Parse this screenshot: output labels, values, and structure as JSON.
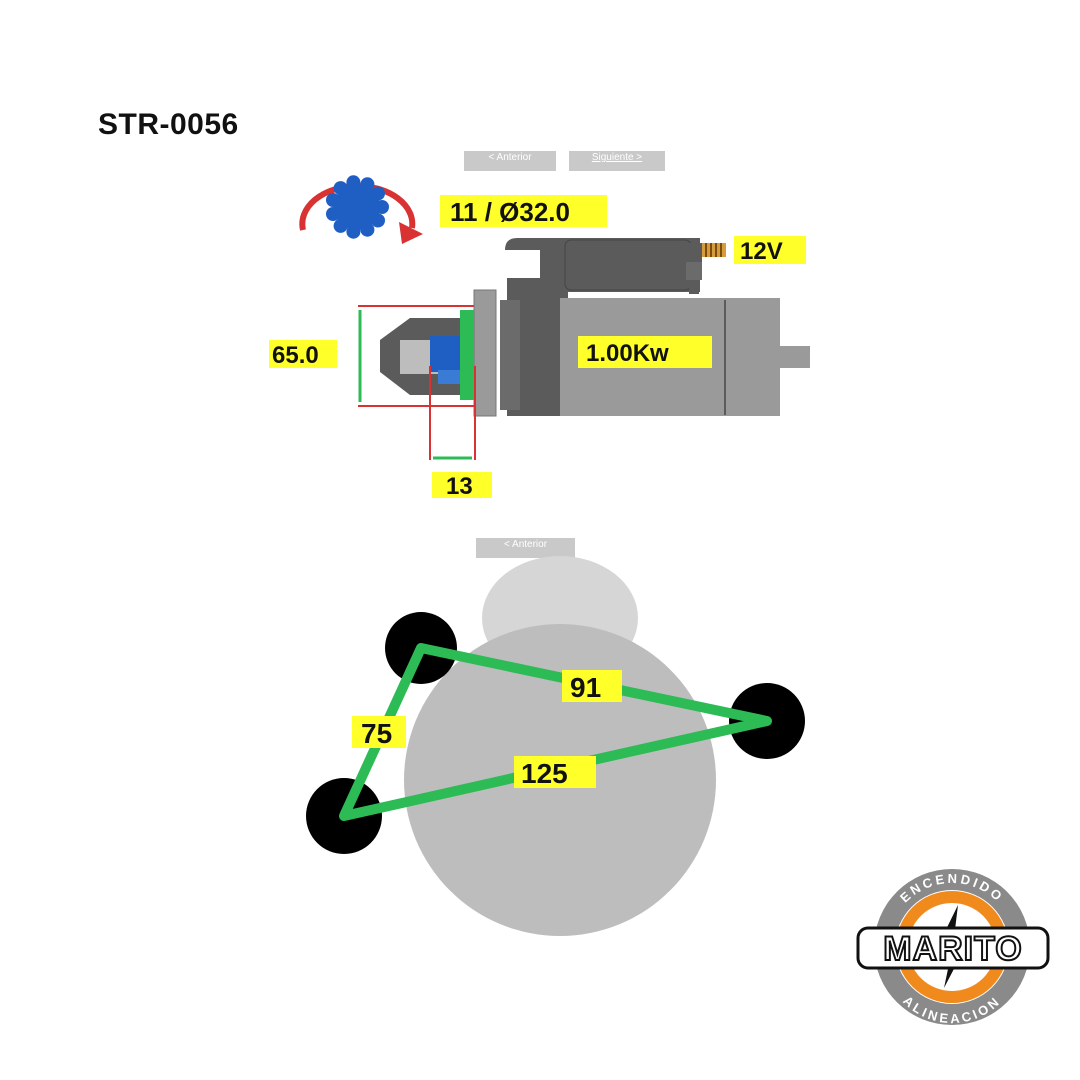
{
  "page": {
    "title": "STR-0056"
  },
  "nav_top": {
    "prev_label": "< Anterior",
    "next_label": "Siguiente >"
  },
  "nav_bottom": {
    "prev_label": "< Anterior"
  },
  "starter": {
    "teeth_diameter": "11 / Ø32.0",
    "voltage": "12V",
    "power": "1.00Kw",
    "flange_height": "65.0",
    "pinion_offset": "13"
  },
  "mounting": {
    "dim_top": "91",
    "dim_left": "75",
    "dim_bottom": "125"
  },
  "logo": {
    "top_text": "ENCENDIDO",
    "brand": "MARITO",
    "bottom_text": "ALINEACION"
  },
  "colors": {
    "label_bg": "#ffff2a",
    "dimension_green": "#2dbb55",
    "dimension_red": "#d83232",
    "body_gray": "#9a9a9a",
    "dark_gray": "#5b5b5b",
    "gear_blue": "#1f5fc4",
    "logo_orange": "#f08a1c"
  }
}
